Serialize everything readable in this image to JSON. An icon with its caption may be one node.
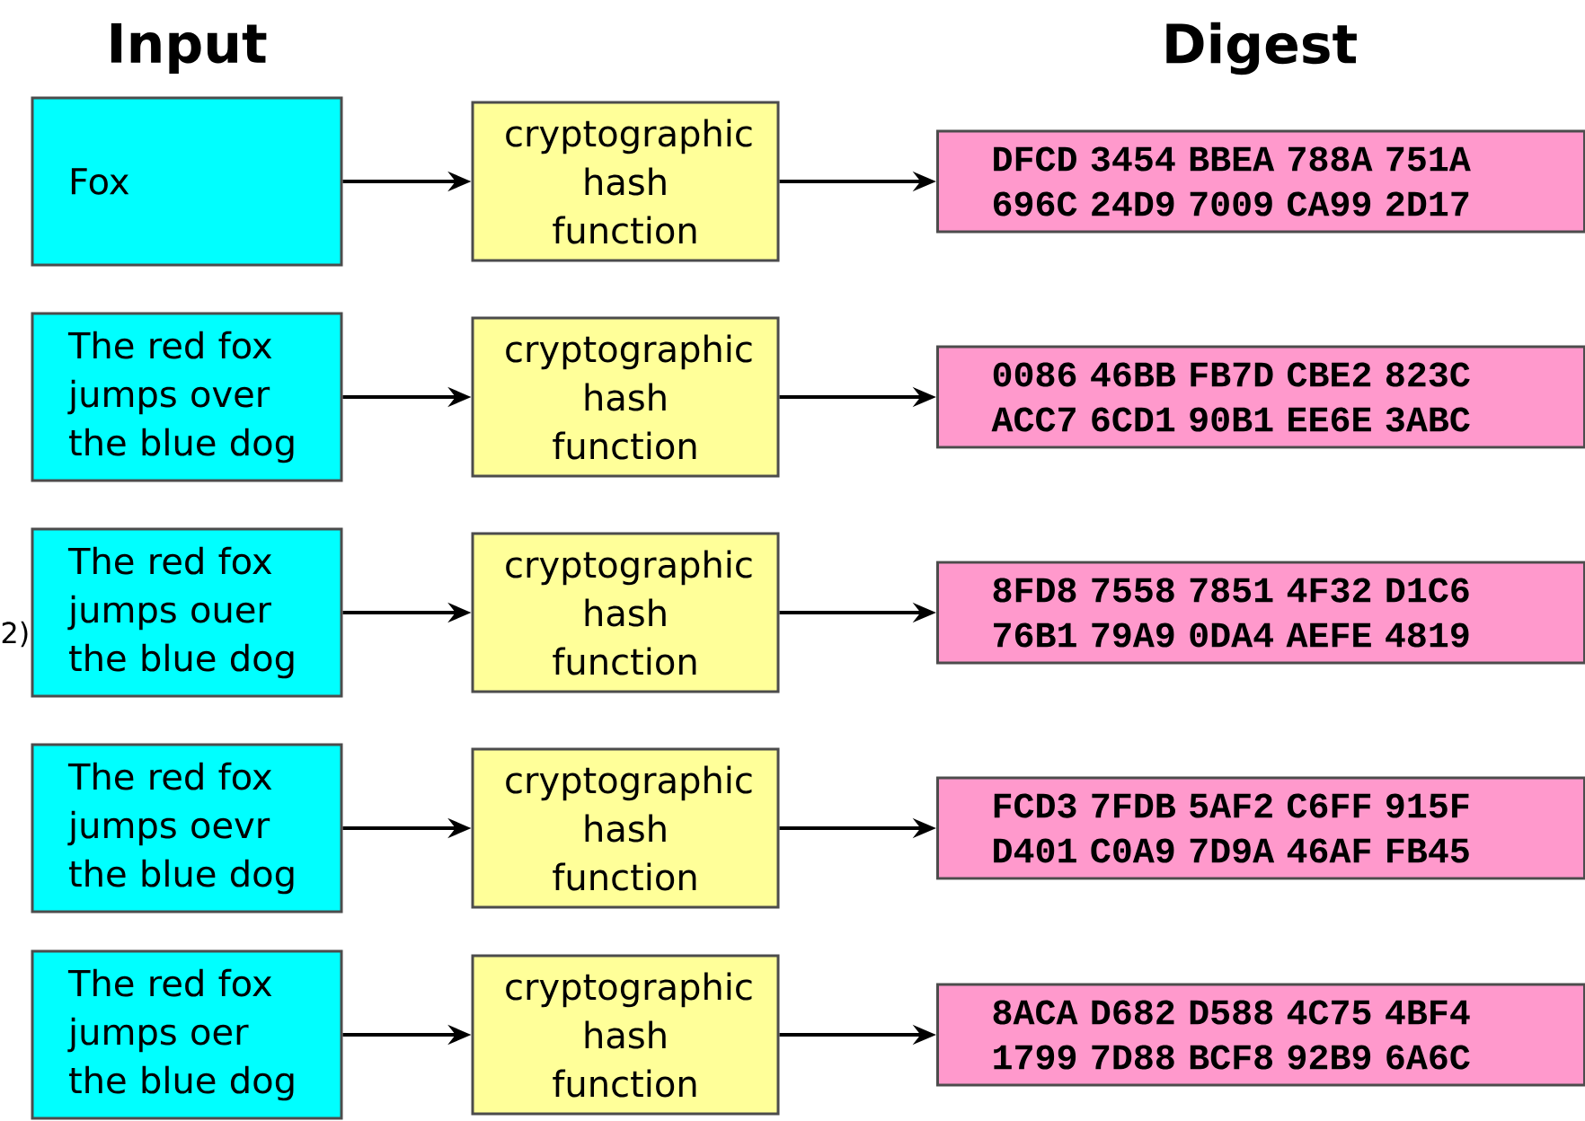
{
  "diagram": {
    "nodes": [
      {
        "text": [
          "Fox"
        ]
      },
      {
        "text": [
          "cryptographic hash function"
        ]
      },
      {
        "text": [
          "DFCD 3454 BBEA 788A 751A 696C 24D9 7009 CA99 2D17"
        ]
      },
      {
        "text": [
          "The red fox jumps over the blue dog"
        ]
      },
      {
        "text": [
          "cryptographic hash function"
        ]
      },
      {
        "text": [
          "0086 46BB FB7D CBE2 823C ACC7 6CD1 90B1 EE6E 3ABC"
        ]
      },
      {
        "text": [
          "The red fox jumps ouer the blue dog"
        ]
      },
      {
        "text": [
          "cryptographic hash function"
        ]
      },
      {
        "text": [
          "8FD8 7558 7851 4F32 D1C6 76B1 79A9 0DA4 AEFE 4819"
        ]
      },
      {
        "text": [
          "The red fox jumps oevr the blue dog"
        ]
      },
      {
        "text": [
          "cryptographic hash function"
        ]
      },
      {
        "text": [
          "FCD3 7FDB 5AF2 C6FF 915F D401 C0A9 7D9A 46AF FB45"
        ]
      },
      {
        "text": [
          "The red fox jumps oer the blue dog"
        ]
      },
      {
        "text": [
          "cryptographic hash function"
        ]
      },
      {
        "text": [
          "8ACA D682 D588 4C75 4BF4 1799 7D88 BCF8 92B9 6A6C"
        ]
      }
    ],
    "edges": [
      {
        "from": 0,
        "to": 1,
        "arrow": "to"
      },
      {
        "from": 1,
        "to": 2,
        "arrow": "to"
      },
      {
        "from": 3,
        "to": 4,
        "arrow": "to"
      },
      {
        "from": 4,
        "to": 5,
        "arrow": "to"
      },
      {
        "from": 6,
        "to": 7,
        "arrow": "to"
      },
      {
        "from": 7,
        "to": 8,
        "arrow": "to"
      },
      {
        "from": 9,
        "to": 10,
        "arrow": "to"
      },
      {
        "from": 10,
        "to": 11,
        "arrow": "to"
      },
      {
        "from": 12,
        "to": 13,
        "arrow": "to"
      },
      {
        "from": 13,
        "to": 14,
        "arrow": "to"
      }
    ],
    "labels": [
      "Input",
      "Digest",
      "2)"
    ]
  }
}
